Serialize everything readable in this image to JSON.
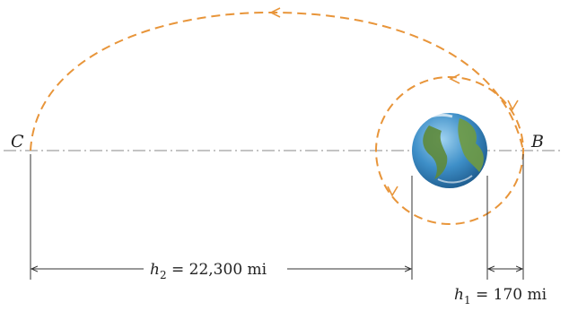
{
  "labels": {
    "point_c": "C",
    "point_b": "B",
    "h2_symbol": "h",
    "h2_sub": "2",
    "h2_value": " = 22,300 mi",
    "h1_symbol": "h",
    "h1_sub": "1",
    "h1_value": " = 170 mi"
  },
  "colors": {
    "orbit": "#E8953A",
    "axis": "#8a8a8a",
    "dimension": "#333333",
    "earth_ocean": "#3E8FC8",
    "earth_land": "#5E8A3A"
  },
  "icons": {
    "earth": "earth-globe-icon"
  }
}
